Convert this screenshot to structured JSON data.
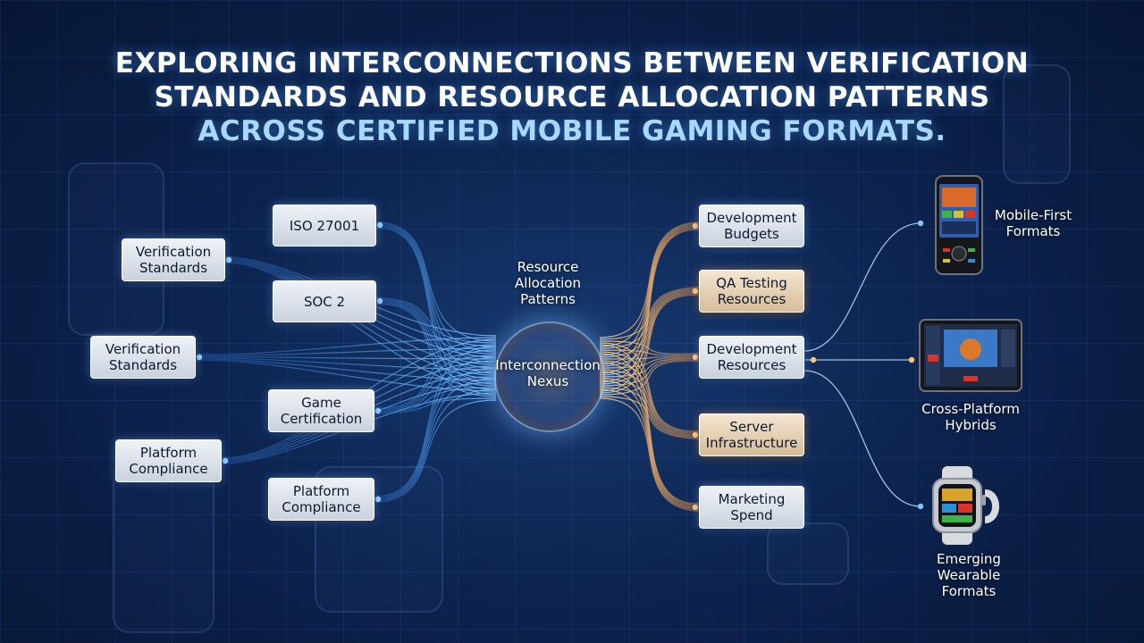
{
  "title": {
    "line1": "EXPLORING INTERCONNECTIONS BETWEEN VERIFICATION",
    "line2": "STANDARDS AND RESOURCE ALLOCATION PATTERNS",
    "line3": "ACROSS CERTIFIED MOBILE GAMING FORMATS."
  },
  "left_nodes": [
    {
      "id": "verification-standards-top",
      "line1": "Verification",
      "line2": "Standards"
    },
    {
      "id": "verification-standards-mid",
      "line1": "Verification",
      "line2": "Standards"
    },
    {
      "id": "platform-compliance-left",
      "line1": "Platform",
      "line2": "Compliance"
    }
  ],
  "standard_nodes": [
    {
      "id": "iso-27001",
      "line1": "ISO 27001",
      "line2": ""
    },
    {
      "id": "soc-2",
      "line1": "SOC 2",
      "line2": ""
    },
    {
      "id": "game-certification",
      "line1": "Game",
      "line2": "Certification"
    },
    {
      "id": "platform-compliance",
      "line1": "Platform",
      "line2": "Compliance"
    }
  ],
  "center": {
    "top_label": {
      "line1": "Resource",
      "line2": "Allocation",
      "line3": "Patterns"
    },
    "nexus_label": {
      "line1": "Interconnection",
      "line2": "Nexus"
    }
  },
  "resource_nodes": [
    {
      "id": "development-budgets",
      "line1": "Development",
      "line2": "Budgets",
      "style": "white"
    },
    {
      "id": "qa-testing-resources",
      "line1": "QA Testing",
      "line2": "Resources",
      "style": "amber"
    },
    {
      "id": "development-resources",
      "line1": "Development",
      "line2": "Resources",
      "style": "white"
    },
    {
      "id": "server-infrastructure",
      "line1": "Server",
      "line2": "Infrastructure",
      "style": "amber"
    },
    {
      "id": "marketing-spend",
      "line1": "Marketing",
      "line2": "Spend",
      "style": "white"
    }
  ],
  "formats": [
    {
      "id": "mobile-first",
      "line1": "Mobile-First",
      "line2": "Formats",
      "line3": ""
    },
    {
      "id": "cross-platform",
      "line1": "Cross-Platform",
      "line2": "Hybrids",
      "line3": ""
    },
    {
      "id": "wearable",
      "line1": "Emerging",
      "line2": "Wearable",
      "line3": "Formats"
    }
  ],
  "colors": {
    "link_blue": "#4aa8ff",
    "link_amber": "#ffb060",
    "node_bg": "#dfe5ee",
    "amber_node": "#e8d2b2"
  },
  "icons": [
    "smartphone-icon",
    "tablet-icon",
    "smartwatch-icon"
  ]
}
